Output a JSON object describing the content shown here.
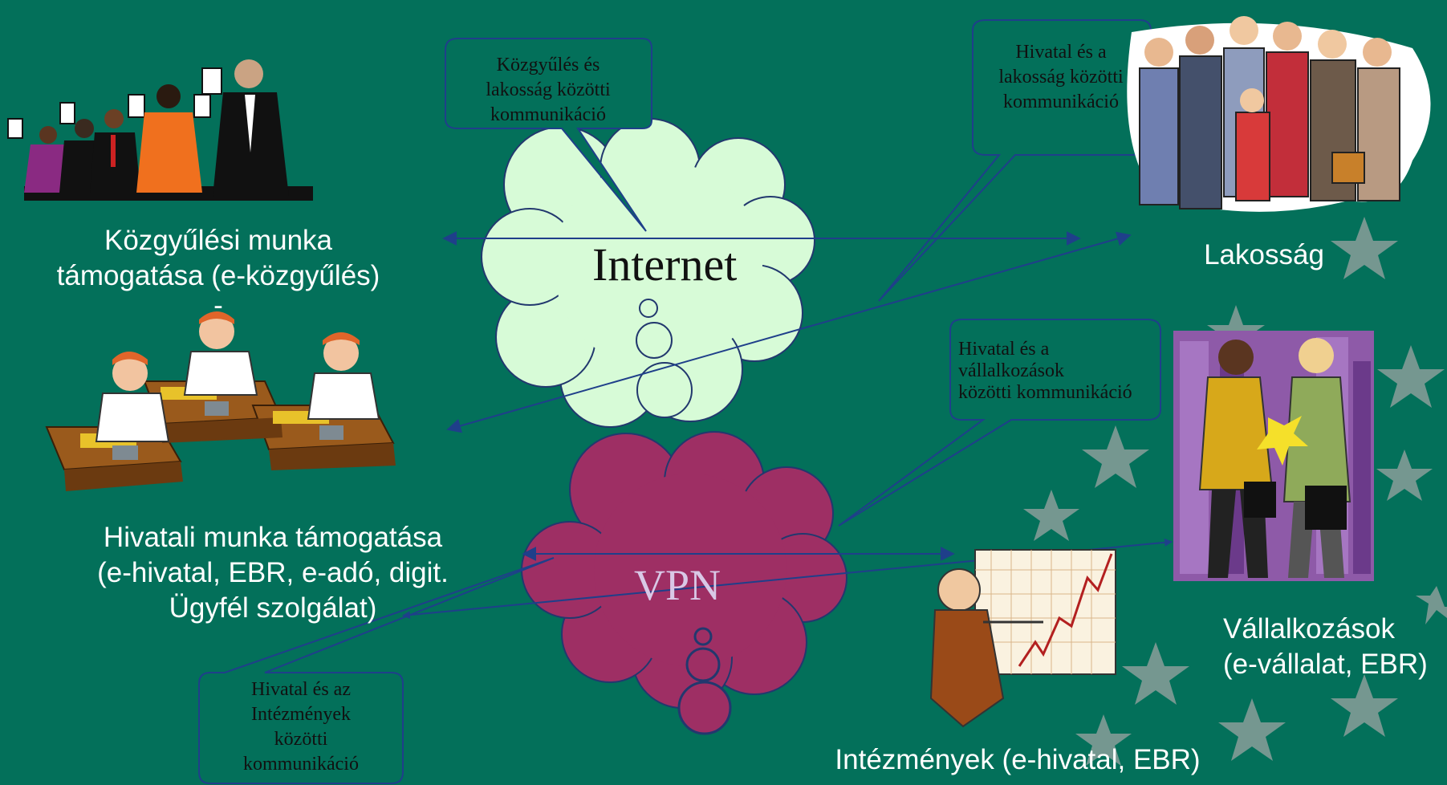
{
  "clouds": {
    "internet": {
      "label": "Internet",
      "color": "#d7fbd7"
    },
    "vpn": {
      "label": "VPN",
      "color": "#9e2f64"
    }
  },
  "callouts": {
    "kozgyules_lakossag": {
      "lines": [
        "Közgyűlés és",
        "lakosság közötti",
        "kommunikáció"
      ]
    },
    "hivatal_lakossag": {
      "lines": [
        "Hivatal és a",
        "lakosság közötti",
        "kommunikáció"
      ]
    },
    "hivatal_vallalkozasok": {
      "lines": [
        "Hivatal és a",
        "vállalkozások",
        "közötti kommunikáció"
      ]
    },
    "hivatal_intezmenyek": {
      "lines": [
        "Hivatal és az",
        "Intézmények",
        "közötti",
        "kommunikáció"
      ]
    }
  },
  "nodes": {
    "kozgyules": {
      "lines": [
        "Közgyűlési munka",
        "támogatása (e-közgyűlés)",
        "-"
      ]
    },
    "hivatal": {
      "lines": [
        "Hivatali munka támogatása",
        "(e-hivatal, EBR, e-adó, digit.",
        "Ügyfél szolgálat)"
      ]
    },
    "lakossag": {
      "lines": [
        "Lakosság"
      ]
    },
    "vallalkozasok": {
      "lines": [
        "Vállalkozások",
        "(e-vállalat, EBR)"
      ]
    },
    "intezmenyek": {
      "lines": [
        "Intézmények (e-hivatal, EBR)"
      ]
    }
  },
  "icons": [
    "council-voting-icon",
    "office-workers-icon",
    "crowd-icon",
    "business-handshake-icon",
    "presenter-chart-icon",
    "star-icon"
  ],
  "colors": {
    "background": "#03705a",
    "arrow": "#1f3f8a",
    "label": "#ffffff"
  }
}
